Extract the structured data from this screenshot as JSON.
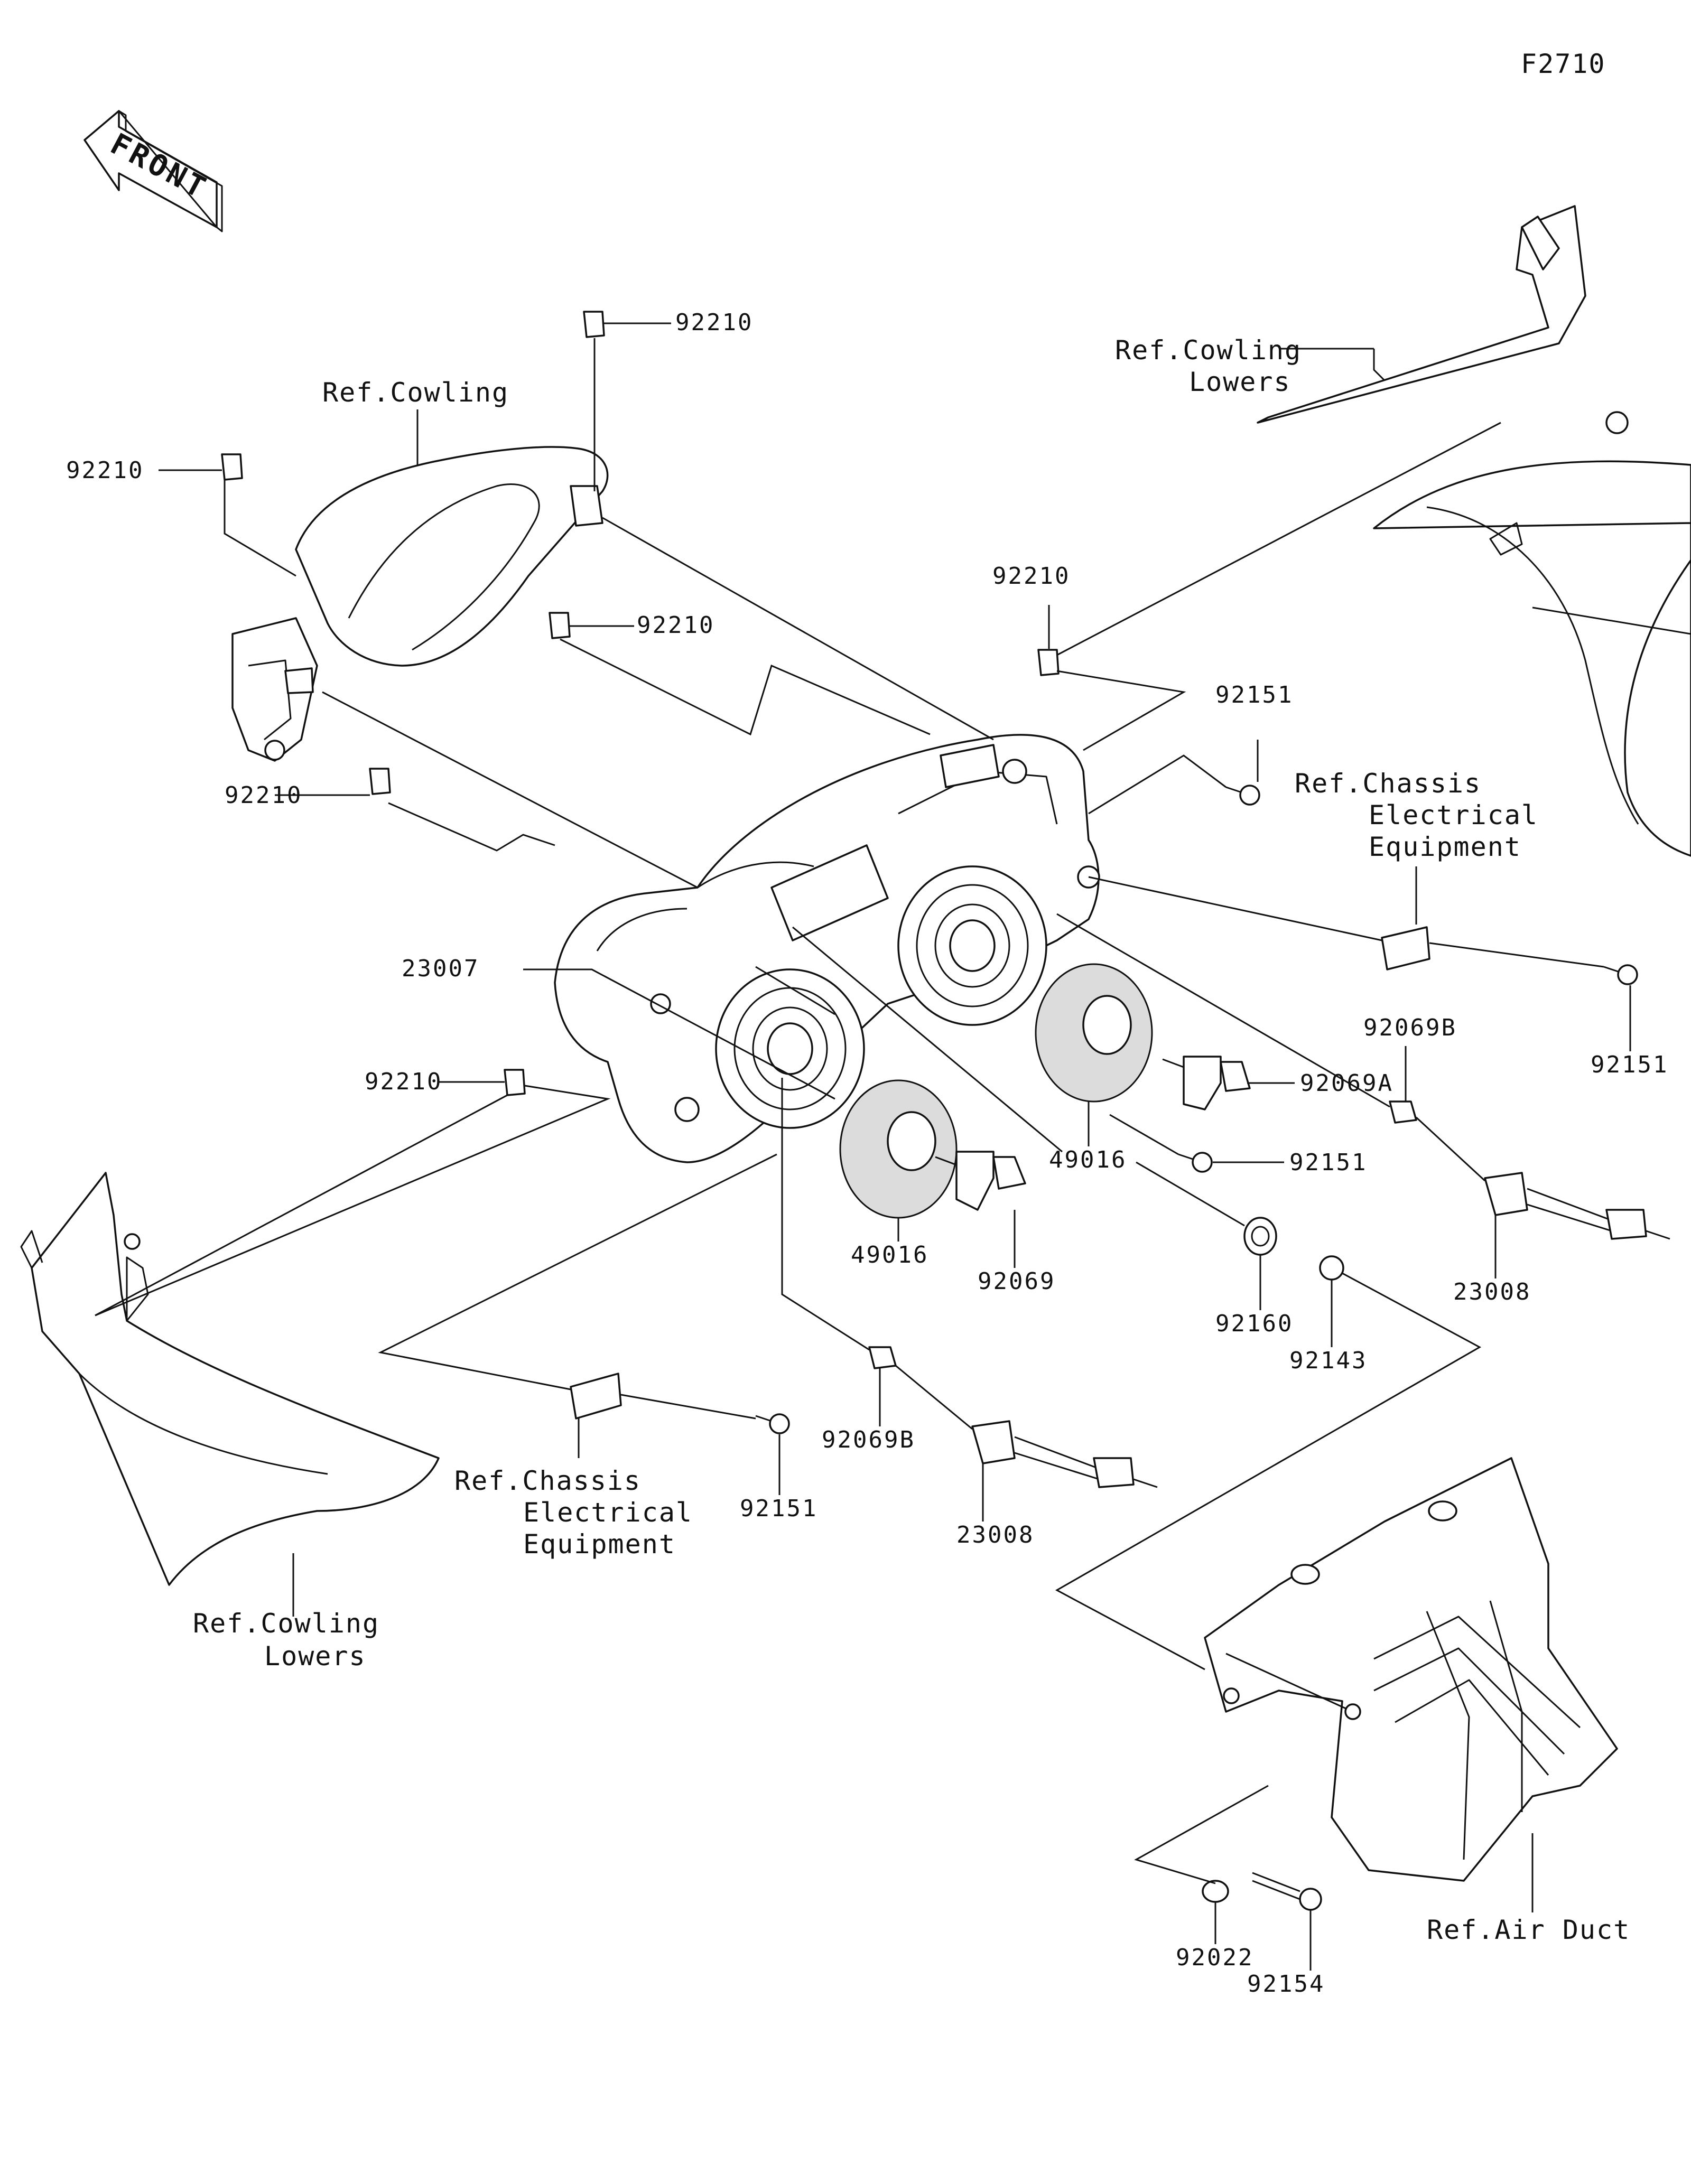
{
  "figure_code": "F2710",
  "front_label": "FRONT",
  "labels": {
    "ref_cowling": "Ref.Cowling",
    "ref_cowling_lowers_upper_1": "Ref.Cowling",
    "ref_cowling_lowers_upper_2": "Lowers",
    "ref_cowling_lowers_lower_1": "Ref.Cowling",
    "ref_cowling_lowers_lower_2": "Lowers",
    "ref_chassis_right_1": "Ref.Chassis",
    "ref_chassis_right_2": "Electrical",
    "ref_chassis_right_3": "Equipment",
    "ref_chassis_left_1": "Ref.Chassis",
    "ref_chassis_left_2": "Electrical",
    "ref_chassis_left_3": "Equipment",
    "ref_air_duct": "Ref.Air Duct"
  },
  "parts": {
    "p92210_a": "92210",
    "p92210_b": "92210",
    "p92210_c": "92210",
    "p92210_d": "92210",
    "p92210_e": "92210",
    "p92210_f": "92210",
    "p92151_a": "92151",
    "p92151_b": "92151",
    "p92151_c": "92151",
    "p92151_d": "92151",
    "p23007": "23007",
    "p92069B_a": "92069B",
    "p92069B_b": "92069B",
    "p92069A": "92069A",
    "p92069": "92069",
    "p49016_a": "49016",
    "p49016_b": "49016",
    "p23008_a": "23008",
    "p23008_b": "23008",
    "p92160": "92160",
    "p92143": "92143",
    "p92022": "92022",
    "p92154": "92154"
  }
}
